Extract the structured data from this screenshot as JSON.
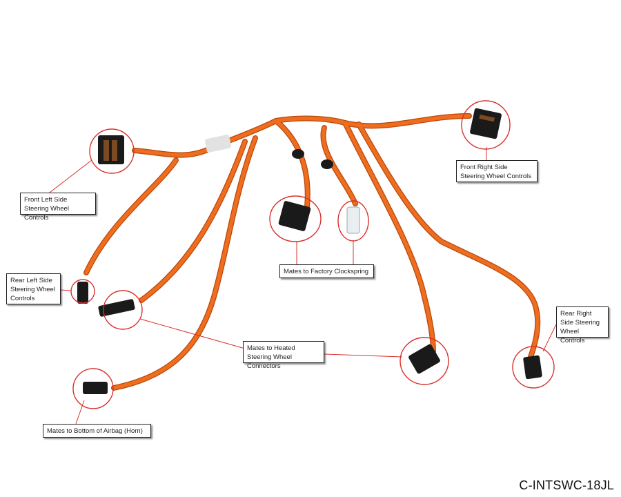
{
  "colors": {
    "wire": "#ee6d1f",
    "wire_shadow": "#b8480c",
    "callout_circle": "#d9302b",
    "connector": "#1a1a1a",
    "connector_white": "#e9eef0",
    "sleeve": "#e2e2e2"
  },
  "labels": {
    "front_left": "Front Left Side Steering Wheel Controls",
    "front_right": "Front Right Side Steering Wheel Controls",
    "rear_left": "Rear Left Side Steering Wheel Controls",
    "rear_right": "Rear Right Side Steering Wheel Controls",
    "clockspring": "Mates to Factory Clockspring",
    "heated": "Mates to Heated Steering Wheel Connectors",
    "airbag": "Mates to Bottom of Airbag (Horn)"
  },
  "part_number": "C-INTSWC-18JL"
}
